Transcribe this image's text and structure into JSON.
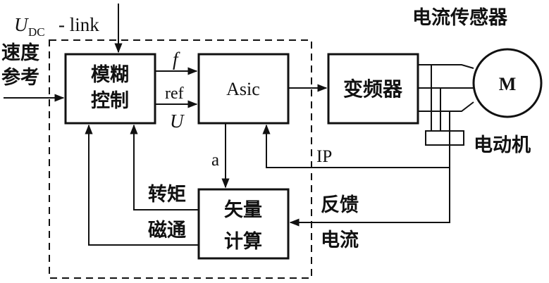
{
  "inputs": {
    "udc_link": {
      "symbol": "U",
      "subscript": "DC",
      "suffix": "- link"
    },
    "speed_ref": [
      "速度",
      "参考"
    ]
  },
  "blocks": {
    "fuzzy": [
      "模糊",
      "控制"
    ],
    "asic": "Asic",
    "inverter": "变频器",
    "vector": [
      "矢量",
      "计算"
    ],
    "motor": "M"
  },
  "signals": {
    "f": "f",
    "ref": "ref",
    "U": "U",
    "a": "a",
    "ip": "IP",
    "torque": "转矩",
    "flux": "磁通",
    "feedback_current": [
      "反馈",
      "电流"
    ]
  },
  "labels": {
    "current_sensor": "电流传感器",
    "motor": "电动机"
  }
}
